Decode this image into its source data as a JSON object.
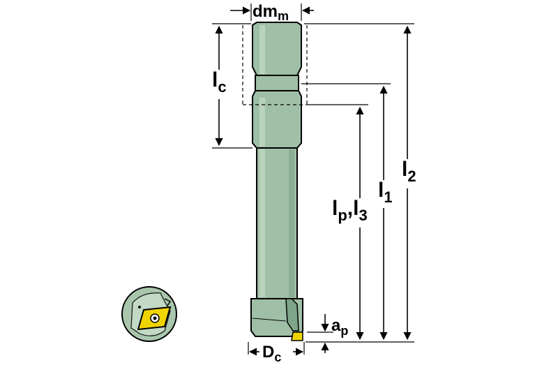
{
  "labels": {
    "dm_main": "dm",
    "dm_sub": "m",
    "lc_main": "l",
    "lc_sub": "c",
    "l2_main": "l",
    "l2_sub": "2",
    "l1_main": "l",
    "l1_sub": "1",
    "lp_main": "l",
    "lp_sub": "p",
    "lp_sep": ",l",
    "l3_sub": "3",
    "ap_main": "a",
    "ap_sub": "p",
    "dc_main": "D",
    "dc_sub": "c"
  },
  "colors": {
    "tool_body": "#9fbfa6",
    "tool_shadow": "#7fa487",
    "tool_highlight": "#c4dcc8",
    "insert": "#f0d400",
    "circle_fill": "#a9c6ad",
    "line": "#000000"
  }
}
